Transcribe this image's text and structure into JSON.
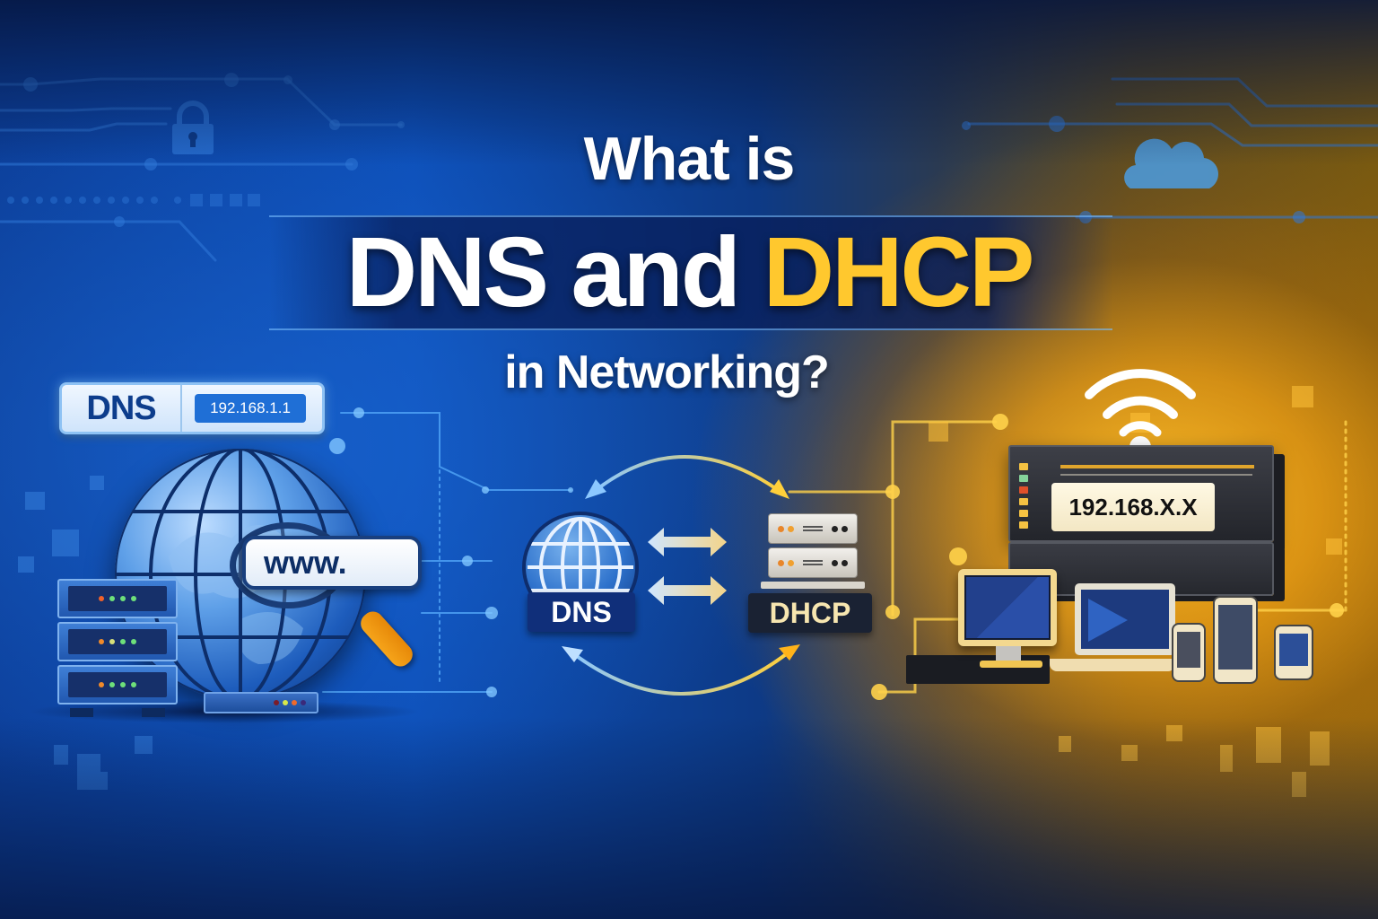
{
  "title": {
    "line1": "What is",
    "line2_part1": "DNS",
    "line2_part2": "and",
    "line2_part3": "DHCP",
    "line3": "in Networking?"
  },
  "dns_panel": {
    "bar_label": "DNS",
    "bar_ip": "192.168.1.1",
    "search_text": "www."
  },
  "center_diagram": {
    "dns_label": "DNS",
    "dhcp_label": "DHCP"
  },
  "dhcp_panel": {
    "router_ip": "192.168.X.X"
  },
  "colors": {
    "primary_blue": "#0d4fb8",
    "accent_yellow": "#ffc82e",
    "dark_navy": "#102f7a",
    "warm_orange": "#f6a41a"
  },
  "icons": [
    "lock-icon",
    "cloud-icon",
    "globe-icon",
    "magnifier-icon",
    "server-icon",
    "wifi-icon",
    "router-icon",
    "monitor-icon",
    "laptop-icon",
    "phone-icon",
    "tablet-icon",
    "bidirectional-arrow-icon"
  ]
}
